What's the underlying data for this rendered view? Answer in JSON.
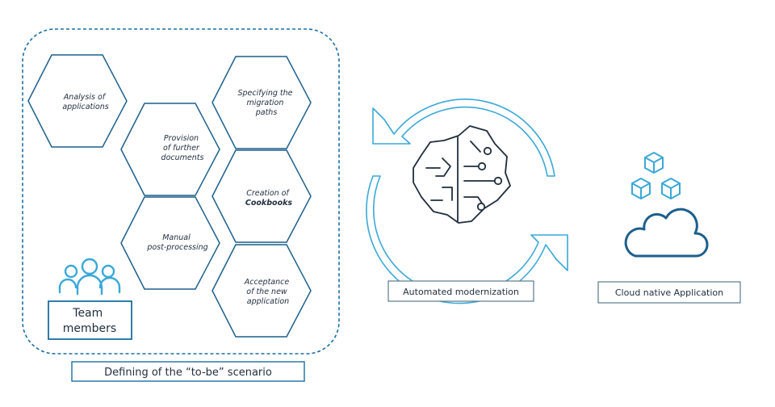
{
  "steps": [
    {
      "lines": [
        "Analysis of",
        "applications"
      ]
    },
    {
      "lines": [
        "Provision",
        "of further",
        "documents"
      ]
    },
    {
      "lines": [
        "Specifying the",
        "migration",
        "paths"
      ]
    },
    {
      "lines": [
        "Creation of",
        "Cookbooks"
      ]
    },
    {
      "lines": [
        "Manual",
        "post-processing"
      ]
    },
    {
      "lines": [
        "Acceptance",
        "of the new",
        "application"
      ]
    }
  ],
  "team": {
    "line1": "Team",
    "line2": "members"
  },
  "scenario_label": "Defining of the “to-be” scenario",
  "modernization_label": "Automated modernization",
  "cloud_label": "Cloud native Application",
  "colors": {
    "hex_stroke": "#1c5f8c",
    "dashed": "#1c6ea4",
    "accent": "#3aa8d8",
    "dark": "#1f2d3d",
    "box_stroke": "#5a7a8c"
  },
  "icons": [
    "users-icon",
    "refresh-cycle-icon",
    "brain-circuit-icon",
    "cubes-icon",
    "cloud-icon"
  ]
}
